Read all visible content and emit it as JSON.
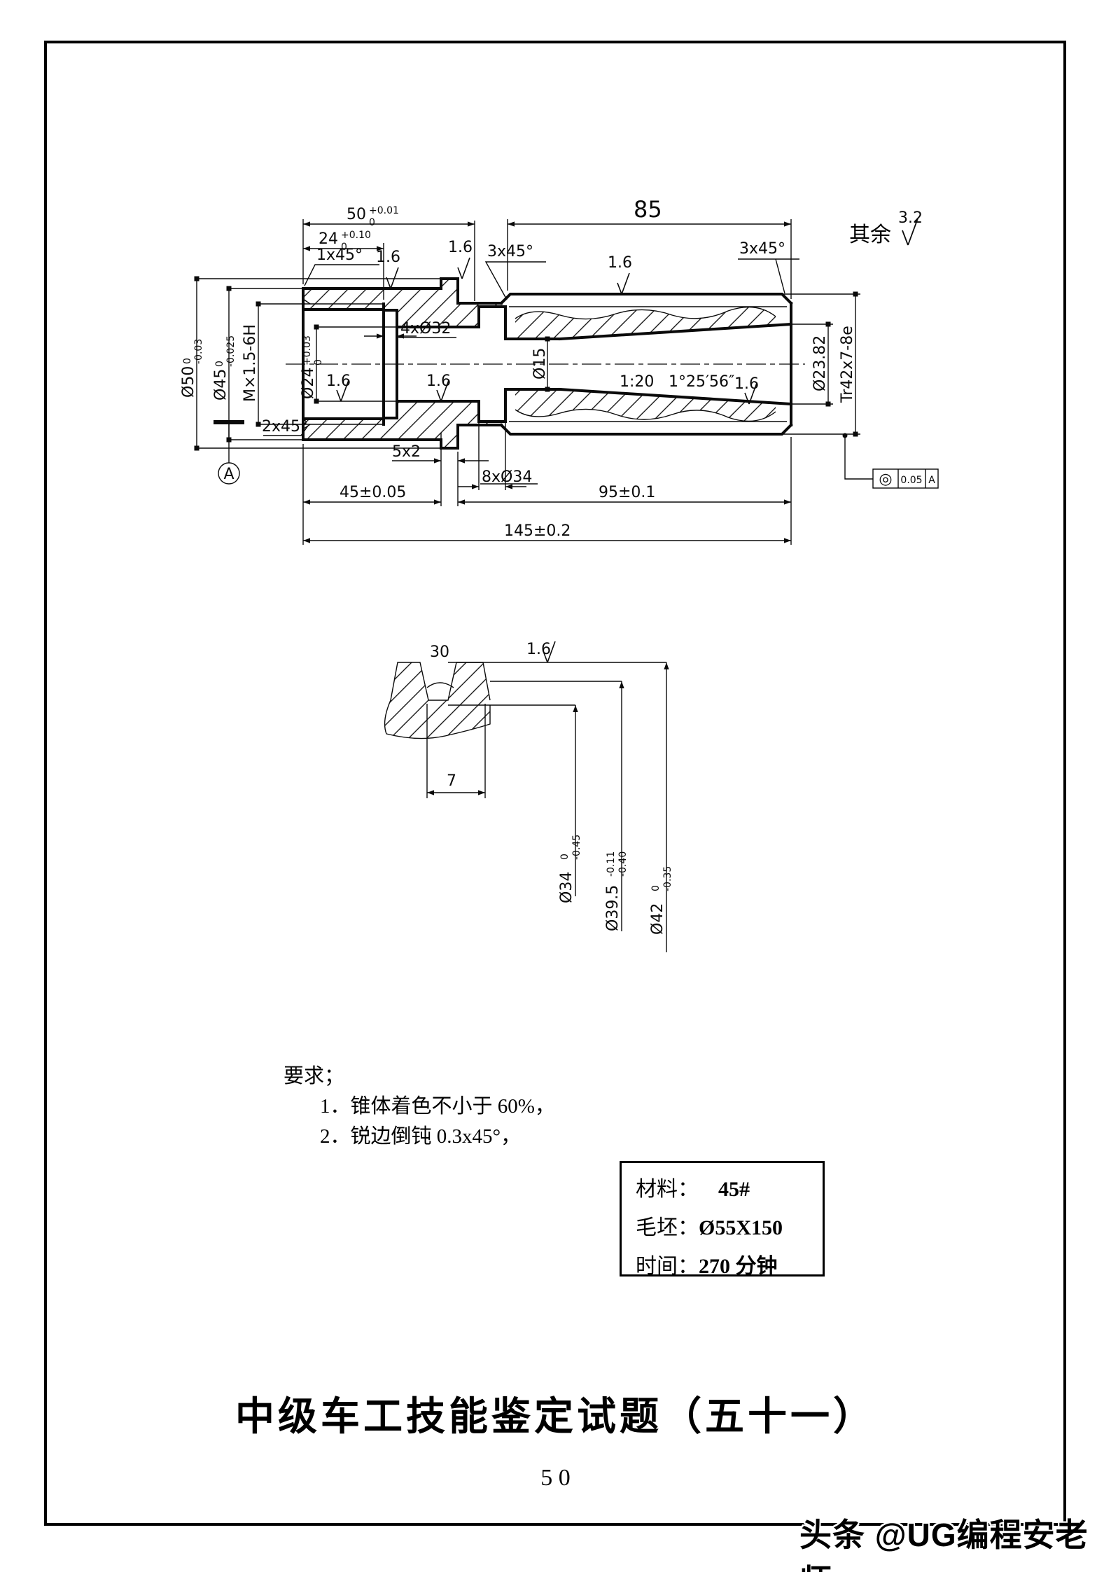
{
  "page": {
    "title": "中级车工技能鉴定试题（五十一）",
    "page_number": "5 0",
    "watermark": "头条 @UG编程安老师"
  },
  "requirements": {
    "heading": "要求；",
    "item1": "1．锥体着色不小于 60%，",
    "item2": "2．锐边倒钝 0.3x45°，"
  },
  "info_box": {
    "material_label": "材料：",
    "material_value": "45#",
    "blank_label": "毛坯：",
    "blank_value": "Ø55X150",
    "time_label": "时间：",
    "time_value": "270 分钟"
  },
  "main": {
    "len50": {
      "v": "50",
      "sup": "+0.01",
      "sub": "0"
    },
    "len24": {
      "v": "24",
      "sup": "+0.10",
      "sub": "0"
    },
    "len85": "85",
    "len45": "45±0.05",
    "len95": "95±0.1",
    "len145": "145±0.2",
    "c1x45": "1x45°",
    "c2x45": "2x45°",
    "c3x45l": "3x45°",
    "c3x45r": "3x45°",
    "fin": "1.6",
    "rest_label": "其余",
    "rest_value": "3.2",
    "d50": {
      "v": "Ø50",
      "sup": "0",
      "sub": "-0.03"
    },
    "d45": {
      "v": "Ø45",
      "sup": "0",
      "sub": "-0.025"
    },
    "thread": "M×1.5-6H",
    "d24": {
      "v": "Ø24",
      "sup": "+0.03",
      "sub": "0"
    },
    "d15": "Ø15",
    "taper_ratio": "1:20",
    "taper_angle": "1°25′56″",
    "d2382": "Ø23.82",
    "tr": "Tr42x7-8e",
    "g5x2": "5x2",
    "g8x34": "8xØ34",
    "g4x32": "4xØ32",
    "datum": "A",
    "fcf": {
      "sym": "◎",
      "tol": "0.05",
      "datum": "A"
    }
  },
  "detail": {
    "a30": "30",
    "w7": "7",
    "fin": "1.6",
    "d34": {
      "v": "Ø34",
      "sup": "0",
      "sub": "-0.45"
    },
    "d395": {
      "v": "Ø39.5",
      "sup": "-0.11",
      "sub": "-0.40"
    },
    "d42": {
      "v": "Ø42",
      "sup": "0",
      "sub": "-0.35"
    }
  }
}
